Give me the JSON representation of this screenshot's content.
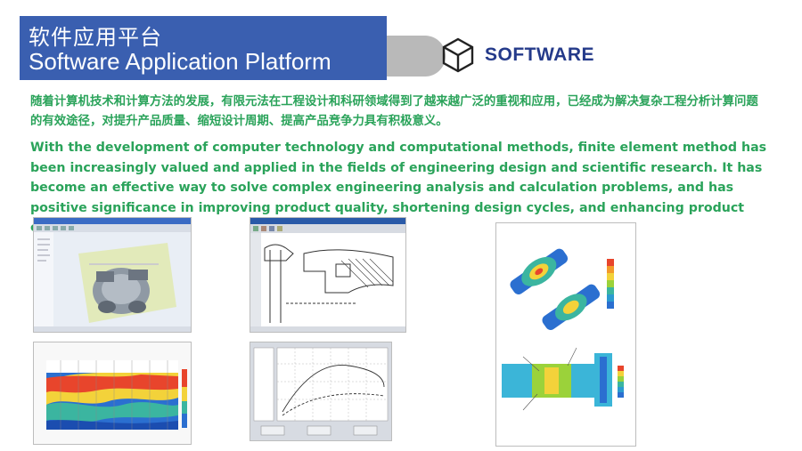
{
  "header": {
    "title_cn": "软件应用平台",
    "title_en": "Software Application Platform",
    "brand": "SOFTWARE"
  },
  "intro": {
    "cn": "随着计算机技术和计算方法的发展，有限元法在工程设计和科研领域得到了越来越广泛的重视和应用，已经成为解决复杂工程分析计算问题的有效途径，对提升产品质量、缩短设计周期、提高产品竞争力具有积极意义。",
    "en": "With the development of computer technology and computational methods, finite element method has been increasingly valued and applied in the fields of engineering design and scientific research. It has become an effective way to solve complex engineering analysis and calculation problems, and has positive significance in improving product quality, shortening design cycles, and enhancing product competitiveness."
  },
  "colors": {
    "title_bar": "#3a5fb0",
    "accent_green": "#2aa35a",
    "brand_blue": "#243a8a"
  },
  "images": [
    {
      "name": "cad-3d-model-screenshot"
    },
    {
      "name": "cad-drawing-screenshot"
    },
    {
      "name": "contour-map-screenshot"
    },
    {
      "name": "curve-plot-screenshot"
    },
    {
      "name": "fea-stress-result-screenshot"
    }
  ]
}
